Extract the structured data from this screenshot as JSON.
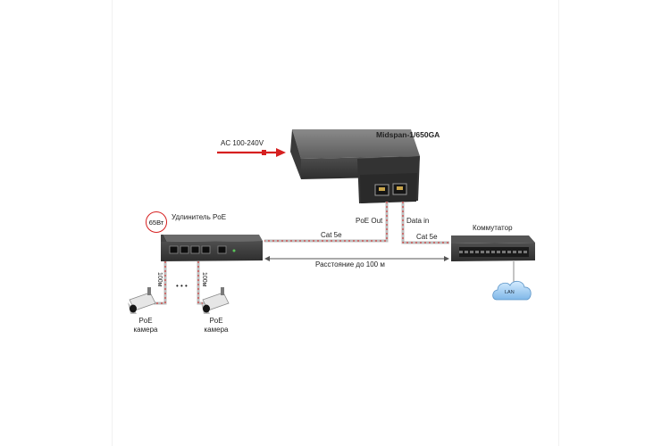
{
  "device": {
    "model": "Midspan-1/650GA"
  },
  "power": {
    "input": "AC 100-240V"
  },
  "ports": {
    "poe_out": "PoE Out",
    "data_in": "Data in"
  },
  "cables": {
    "left": "Cat 5e",
    "right": "Cat 5e"
  },
  "distance": "Расстояние до 100 м",
  "extender": {
    "title": "Удлинитель PoE",
    "badge": "65Вт"
  },
  "switch": {
    "title": "Коммутатор"
  },
  "lan": "LAN",
  "runs": {
    "left": "100м",
    "right": "100м"
  },
  "dots": "• • •",
  "cameras": [
    {
      "line1": "PoE",
      "line2": "камера"
    },
    {
      "line1": "PoE",
      "line2": "камера"
    }
  ],
  "colors": {
    "accent": "#d62020",
    "device": "#5a5a5a",
    "cable": "#b7b7b7"
  }
}
